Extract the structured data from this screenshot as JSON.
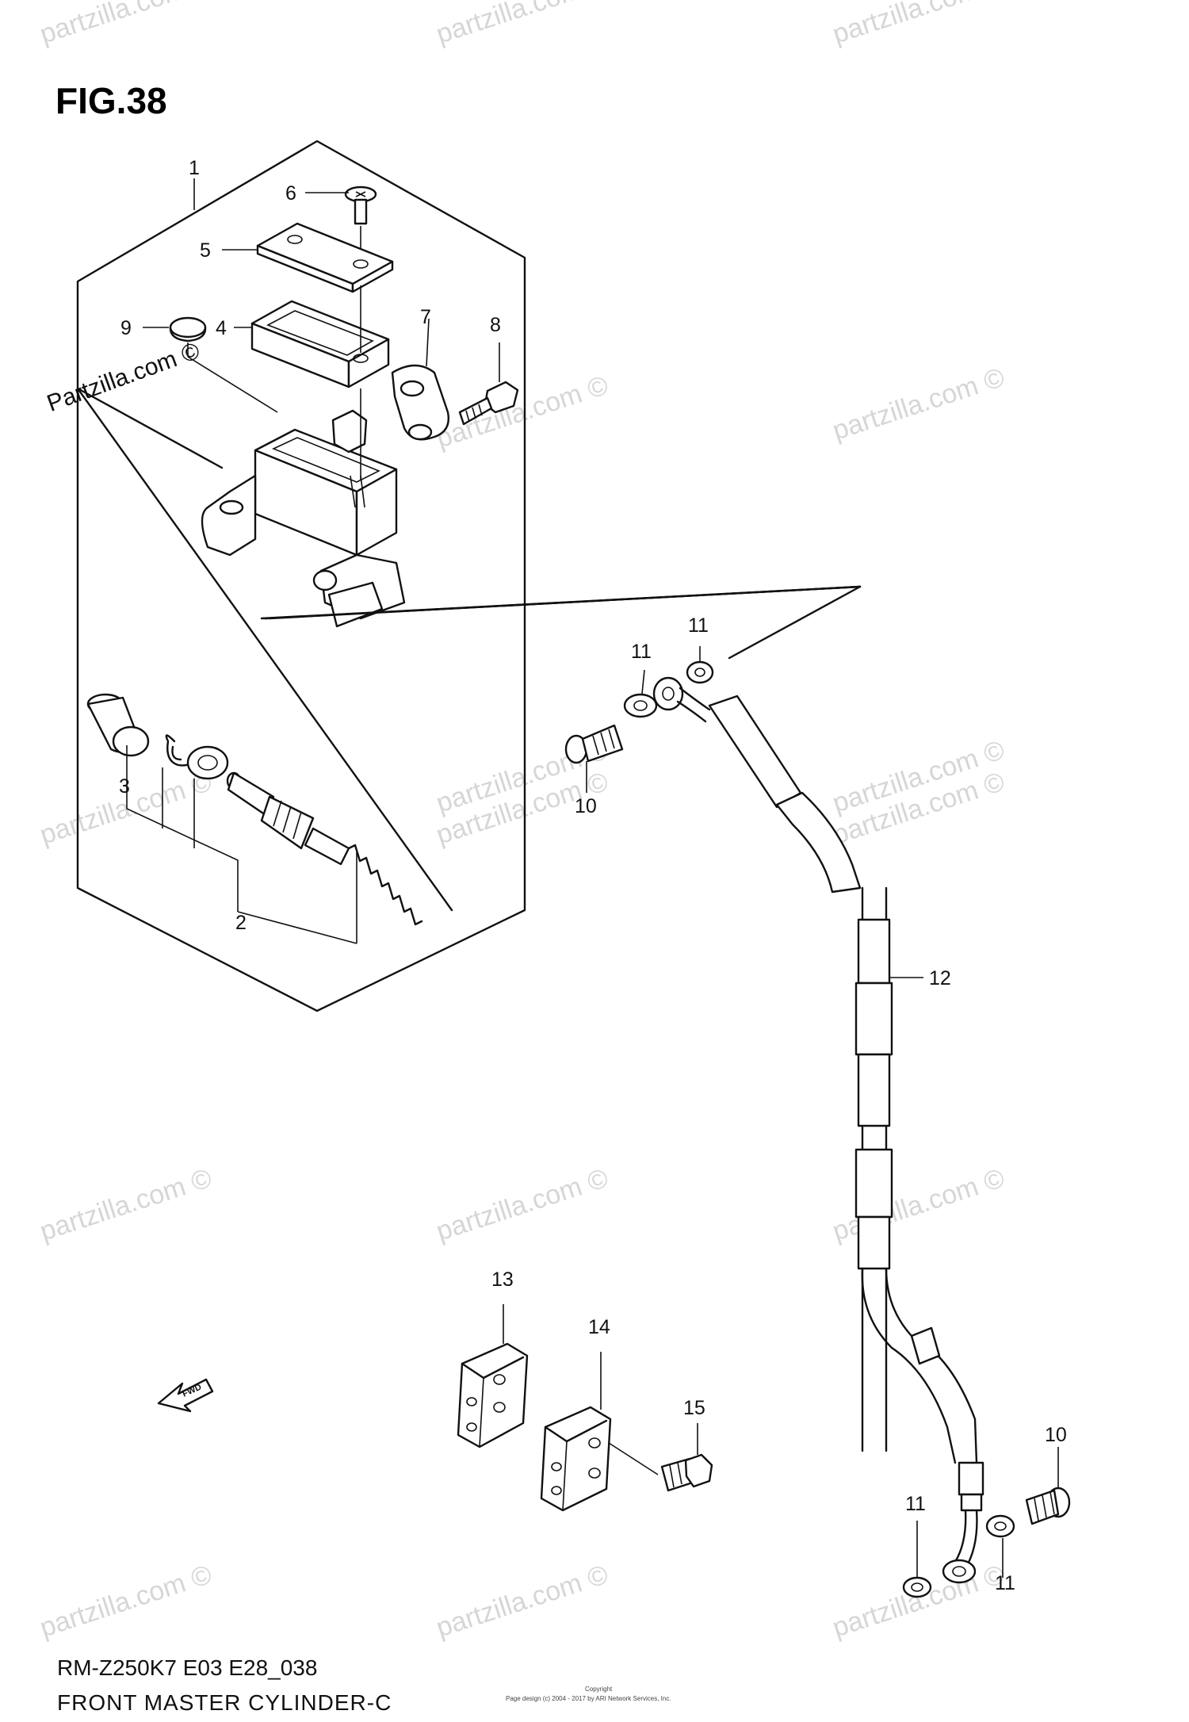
{
  "figure": {
    "title": "FIG.38",
    "model_code": "RM-Z250K7 E03 E28_038",
    "description": "FRONT MASTER CYLINDER-C",
    "copyright_title": "Copyright",
    "copyright_text": "Page design (c) 2004 - 2017 by ARI Network Services, Inc.",
    "fwd_label": "FWD"
  },
  "watermark": {
    "text": "Partzilla.com ©",
    "text_lower": "partzilla.com ©"
  },
  "callouts": {
    "c1": "1",
    "c2": "2",
    "c3": "3",
    "c4": "4",
    "c5": "5",
    "c6": "6",
    "c7": "7",
    "c8": "8",
    "c9": "9",
    "c10a": "10",
    "c10b": "10",
    "c11a": "11",
    "c11b": "11",
    "c11c": "11",
    "c11d": "11",
    "c12": "12",
    "c13": "13",
    "c14": "14",
    "c15": "15"
  }
}
